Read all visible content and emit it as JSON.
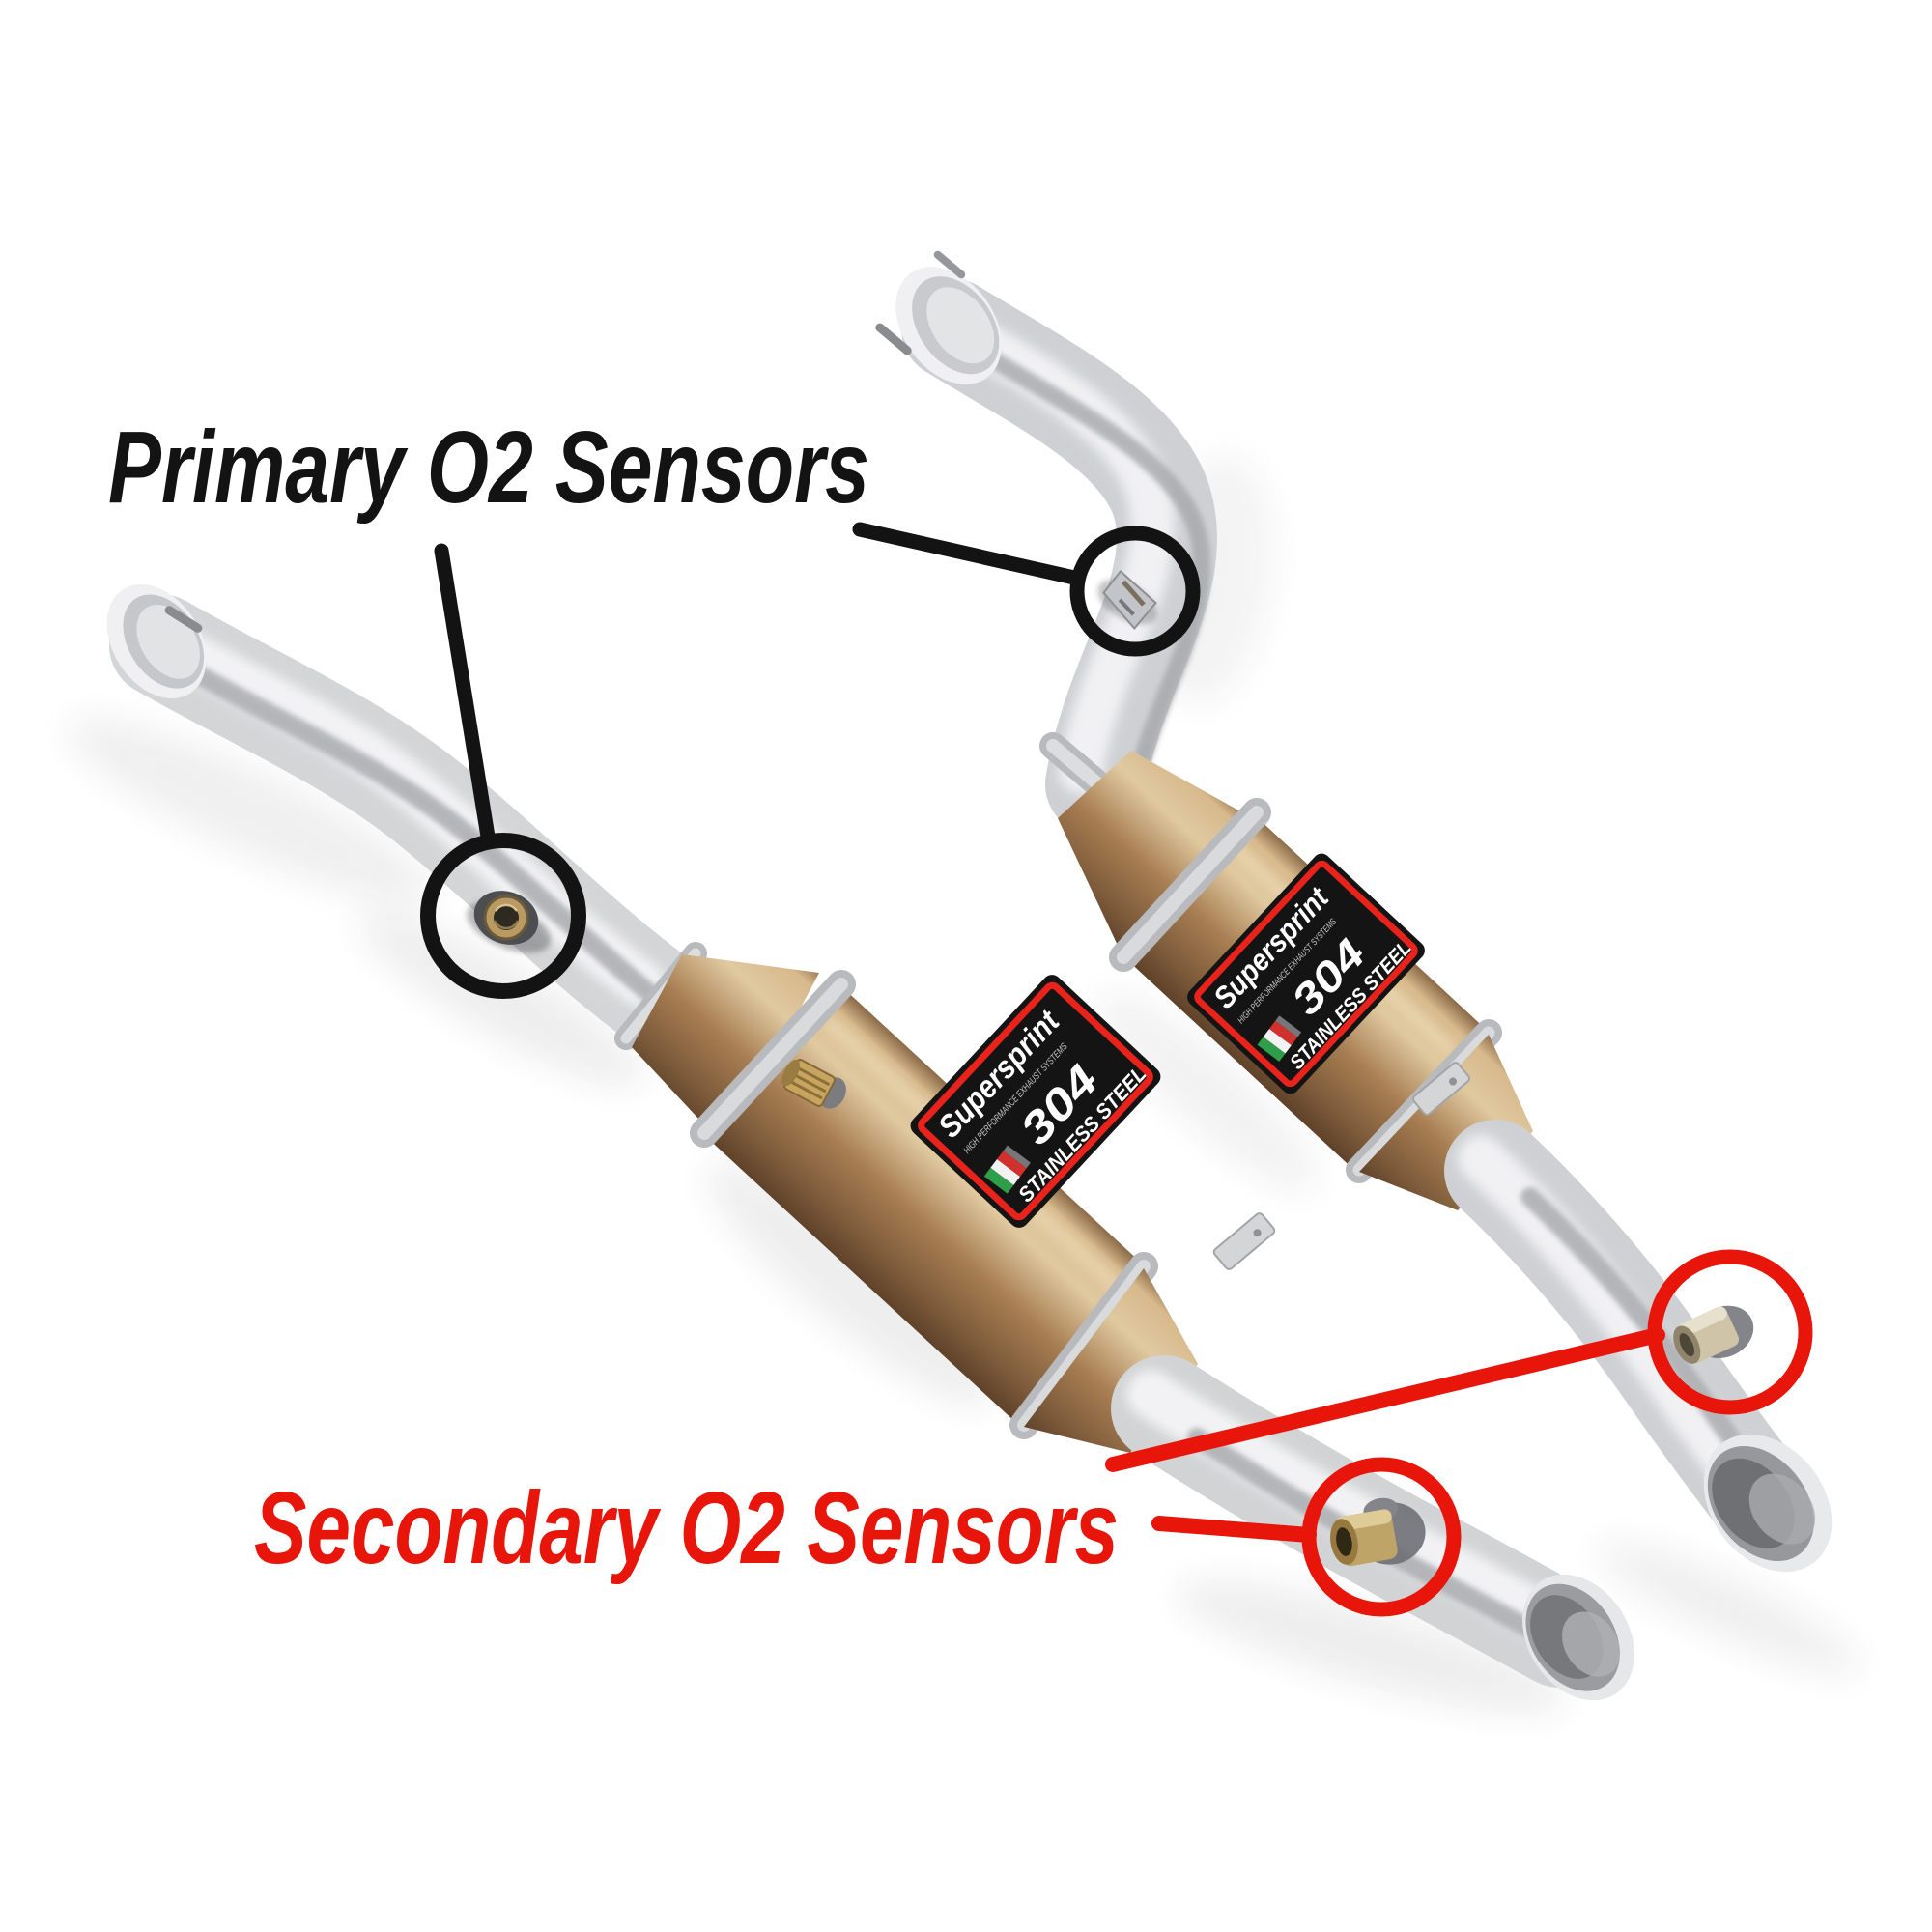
{
  "image": {
    "type": "annotated-product-photo",
    "background_color": "#ffffff",
    "subject": "Pair of stainless steel exhaust downpipes with catalytic converters and O2 sensor bungs"
  },
  "annotations": {
    "primary": {
      "label": "Primary O2 Sensors",
      "color": "#131313",
      "circled_locations": 2
    },
    "secondary": {
      "label": "Secondary O2 Sensors",
      "color": "#e8150b",
      "circled_locations": 2
    }
  },
  "product_label": {
    "brand": "Supersprint",
    "tagline": "HIGH PERFORMANCE EXHAUST SYSTEMS",
    "steel_grade": "304",
    "material": "STAINLESS STEEL",
    "flag": "italian-flag",
    "background": "#141414",
    "border_color": "#e8231c",
    "text_color": "#ffffff"
  },
  "colors": {
    "pipe_silver": "#d3d4d6",
    "pipe_highlight": "#f4f4f5",
    "pipe_shadow": "#a3a4a8",
    "cat_bronze": "#a87e52",
    "cat_highlight": "#ecd9b4",
    "weld_gray": "#c2c3c6",
    "brass": "#c8a55e"
  }
}
